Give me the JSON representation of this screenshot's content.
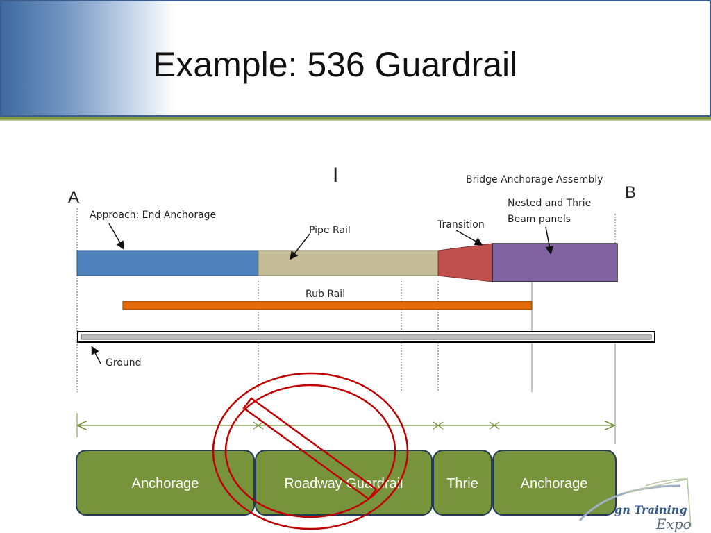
{
  "slide": {
    "title": "Example: 536 Guardrail"
  },
  "diagram": {
    "point_a": "A",
    "point_b": "B",
    "cursor_mark": "I",
    "labels": {
      "approach": "Approach: End Anchorage",
      "pipe_rail": "Pipe Rail",
      "transition": "Transition",
      "bridge_anchorage": "Bridge Anchorage Assembly",
      "nested_line1": "Nested and Thrie",
      "nested_line2": "Beam panels",
      "rub_rail": "Rub Rail",
      "ground": "Ground"
    },
    "colors": {
      "anchorage_blue": "#4f81bd",
      "pipe_rail_tan": "#c4bd97",
      "transition_red": "#c0504d",
      "thrie_purple": "#8064a2",
      "rub_rail_orange": "#e36c09",
      "segment_green": "#77933c",
      "prohibit_red": "#c00000"
    }
  },
  "segments": [
    {
      "label": "Anchorage"
    },
    {
      "label": "Roadway Guardrail"
    },
    {
      "label": "Thrie"
    },
    {
      "label": "Anchorage"
    }
  ],
  "logo": {
    "line1": "gn Training",
    "line2": "Expo"
  }
}
